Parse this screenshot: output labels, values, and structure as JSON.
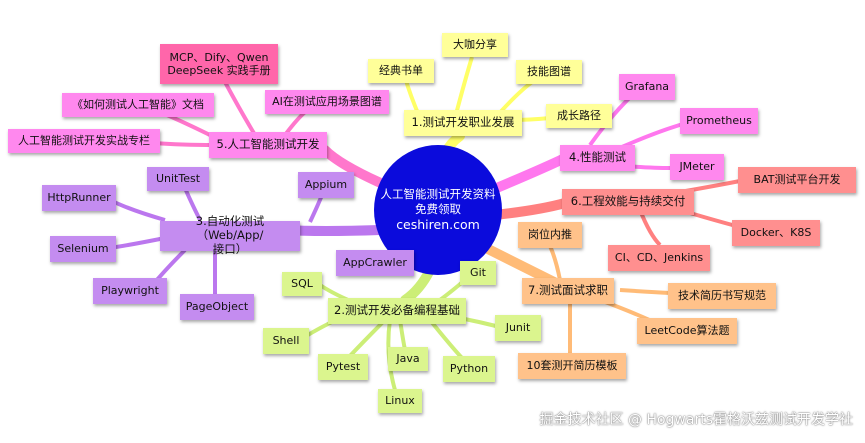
{
  "center": {
    "line1": "人工智能测试开发资料",
    "line2": "免费领取",
    "url": "ceshiren.com"
  },
  "branches": {
    "b1": {
      "label": "1.测试开发职业发展",
      "children": [
        "经典书单",
        "大咖分享",
        "技能图谱",
        "成长路径"
      ]
    },
    "b2": {
      "label": "2.测试开发必备编程基础",
      "children": [
        "SQL",
        "Git",
        "Shell",
        "Junit",
        "Pytest",
        "Java",
        "Python",
        "Linux"
      ]
    },
    "b3": {
      "label_line1": "3.自动化测试（Web/App/",
      "label_line2": "接口）",
      "children": [
        "UnitTest",
        "HttpRunner",
        "Selenium",
        "Playwright",
        "PageObject",
        "Appium",
        "AppCrawler"
      ]
    },
    "b4": {
      "label": "4.性能测试",
      "children": [
        "Grafana",
        "Prometheus",
        "JMeter"
      ]
    },
    "b5": {
      "label": "5.人工智能测试开发",
      "children": [
        "MCP、Dify、Qwen",
        "DeepSeek 实践手册",
        "《如何测试人工智能》文档",
        "AI在测试应用场景图谱",
        "人工智能测试开发实战专栏"
      ]
    },
    "b6": {
      "label": "6.工程效能与持续交付",
      "children": [
        "BAT测试平台开发",
        "Docker、K8S",
        "CI、CD、Jenkins"
      ]
    },
    "b7": {
      "label": "7.测试面试求职",
      "children": [
        "岗位内推",
        "技术简历书写规范",
        "LeetCode算法题",
        "10套测开简历模板"
      ]
    }
  },
  "colors": {
    "center": "#0b0bdc",
    "yellow": "#ffff99",
    "pink": "#ff88ee",
    "rose": "#ff8f8f",
    "orange": "#ffc28a",
    "green": "#dbf58e",
    "purple": "#c48cf0"
  },
  "watermark": "掘金技术社区 @ Hogwarts霍格沃兹测试开发学社"
}
